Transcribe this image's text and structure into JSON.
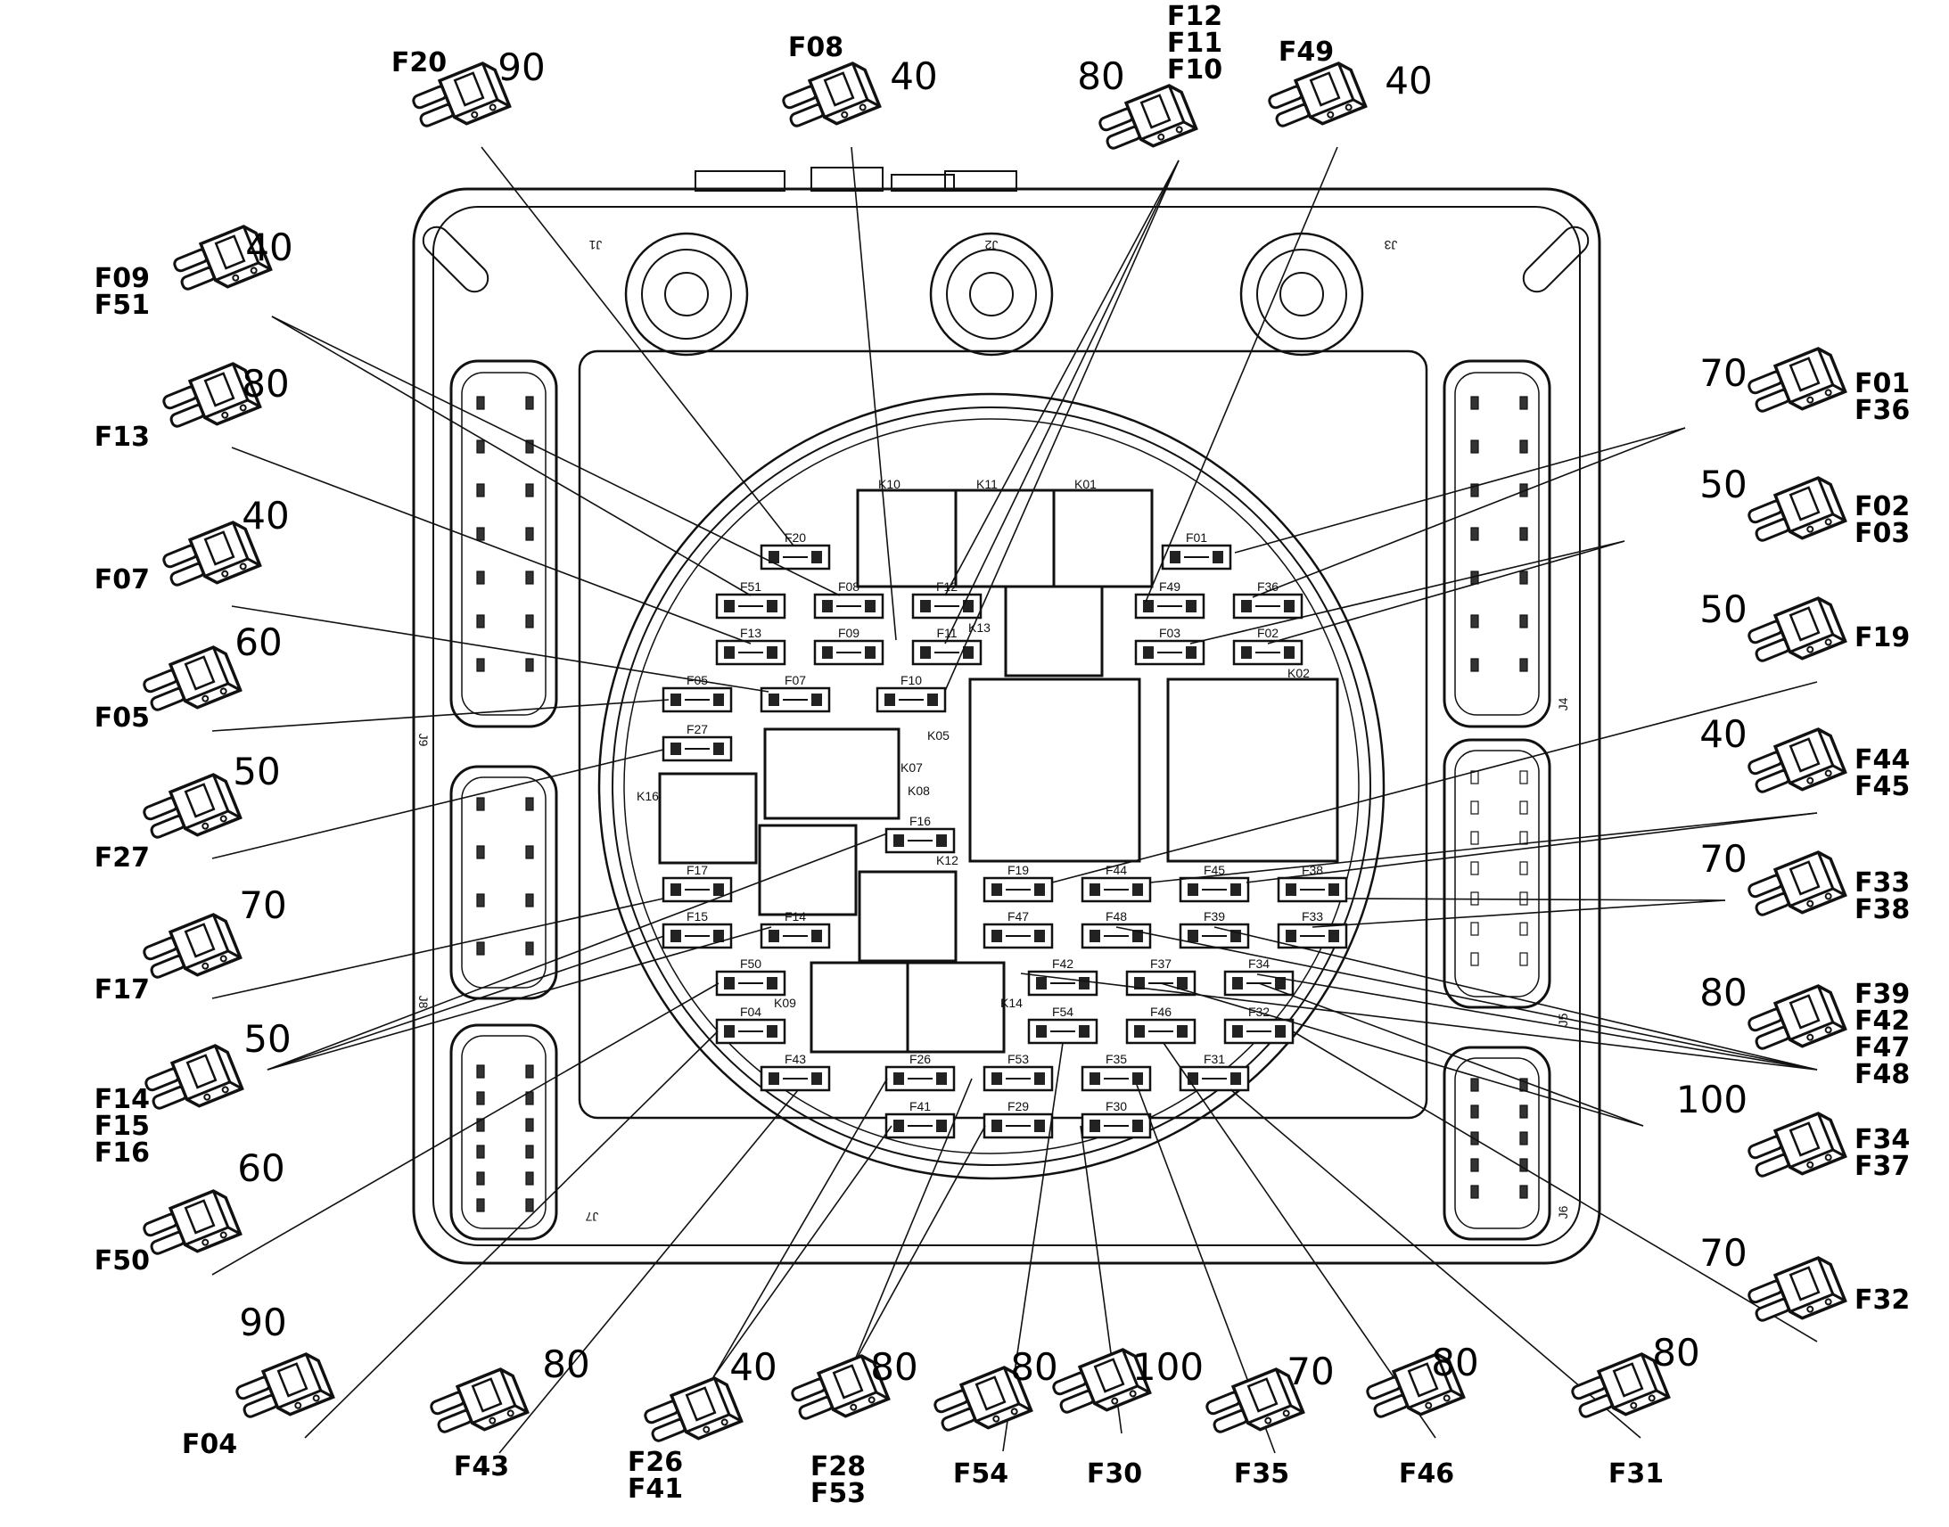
{
  "colors": {
    "line": "#111111",
    "background": "#ffffff"
  },
  "relay_labels": [
    "K10",
    "K11",
    "K01",
    "K13",
    "K05",
    "K02",
    "K07",
    "K08",
    "K16",
    "K12",
    "K09",
    "K14"
  ],
  "connector_labels": [
    "J1",
    "J2",
    "J3",
    "J4",
    "J5",
    "J6",
    "J7",
    "J8",
    "J9"
  ],
  "fuse_slots": [
    "F20",
    "F51",
    "F08",
    "F12",
    "F01",
    "F49",
    "F36",
    "F13",
    "F09",
    "F11",
    "F03",
    "F02",
    "F05",
    "F07",
    "F10",
    "F27",
    "F16",
    "F17",
    "F19",
    "F44",
    "F45",
    "F38",
    "F15",
    "F14",
    "F47",
    "F48",
    "F39",
    "F33",
    "F50",
    "F42",
    "F37",
    "F34",
    "F04",
    "F54",
    "F46",
    "F32",
    "F43",
    "F26",
    "F53",
    "F35",
    "F31",
    "F41",
    "F29",
    "F30"
  ],
  "callouts": [
    {
      "names": [
        "F20"
      ],
      "amp": "90"
    },
    {
      "names": [
        "F08"
      ],
      "amp": "40"
    },
    {
      "names": [
        "F12",
        "F11",
        "F10"
      ],
      "amp": "80"
    },
    {
      "names": [
        "F49"
      ],
      "amp": "40"
    },
    {
      "names": [
        "F09",
        "F51"
      ],
      "amp": "40"
    },
    {
      "names": [
        "F13"
      ],
      "amp": "80"
    },
    {
      "names": [
        "F07"
      ],
      "amp": "40"
    },
    {
      "names": [
        "F05"
      ],
      "amp": "60"
    },
    {
      "names": [
        "F27"
      ],
      "amp": "50"
    },
    {
      "names": [
        "F17"
      ],
      "amp": "70"
    },
    {
      "names": [
        "F14",
        "F15",
        "F16"
      ],
      "amp": "50"
    },
    {
      "names": [
        "F50"
      ],
      "amp": "60"
    },
    {
      "names": [
        "F04"
      ],
      "amp": "90"
    },
    {
      "names": [
        "F01",
        "F36"
      ],
      "amp": "70"
    },
    {
      "names": [
        "F02",
        "F03"
      ],
      "amp": "50"
    },
    {
      "names": [
        "F19"
      ],
      "amp": "50"
    },
    {
      "names": [
        "F44",
        "F45"
      ],
      "amp": "40"
    },
    {
      "names": [
        "F33",
        "F38"
      ],
      "amp": "70"
    },
    {
      "names": [
        "F39",
        "F42",
        "F47",
        "F48"
      ],
      "amp": "80"
    },
    {
      "names": [
        "F34",
        "F37"
      ],
      "amp": "100"
    },
    {
      "names": [
        "F32"
      ],
      "amp": "70"
    },
    {
      "names": [
        "F43"
      ],
      "amp": "80"
    },
    {
      "names": [
        "F26",
        "F41"
      ],
      "amp": "40"
    },
    {
      "names": [
        "F28",
        "F53"
      ],
      "amp": "80"
    },
    {
      "names": [
        "F54"
      ],
      "amp": "80"
    },
    {
      "names": [
        "F30"
      ],
      "amp": "100"
    },
    {
      "names": [
        "F35"
      ],
      "amp": "70"
    },
    {
      "names": [
        "F46"
      ],
      "amp": "80"
    },
    {
      "names": [
        "F31"
      ],
      "amp": "80"
    }
  ]
}
